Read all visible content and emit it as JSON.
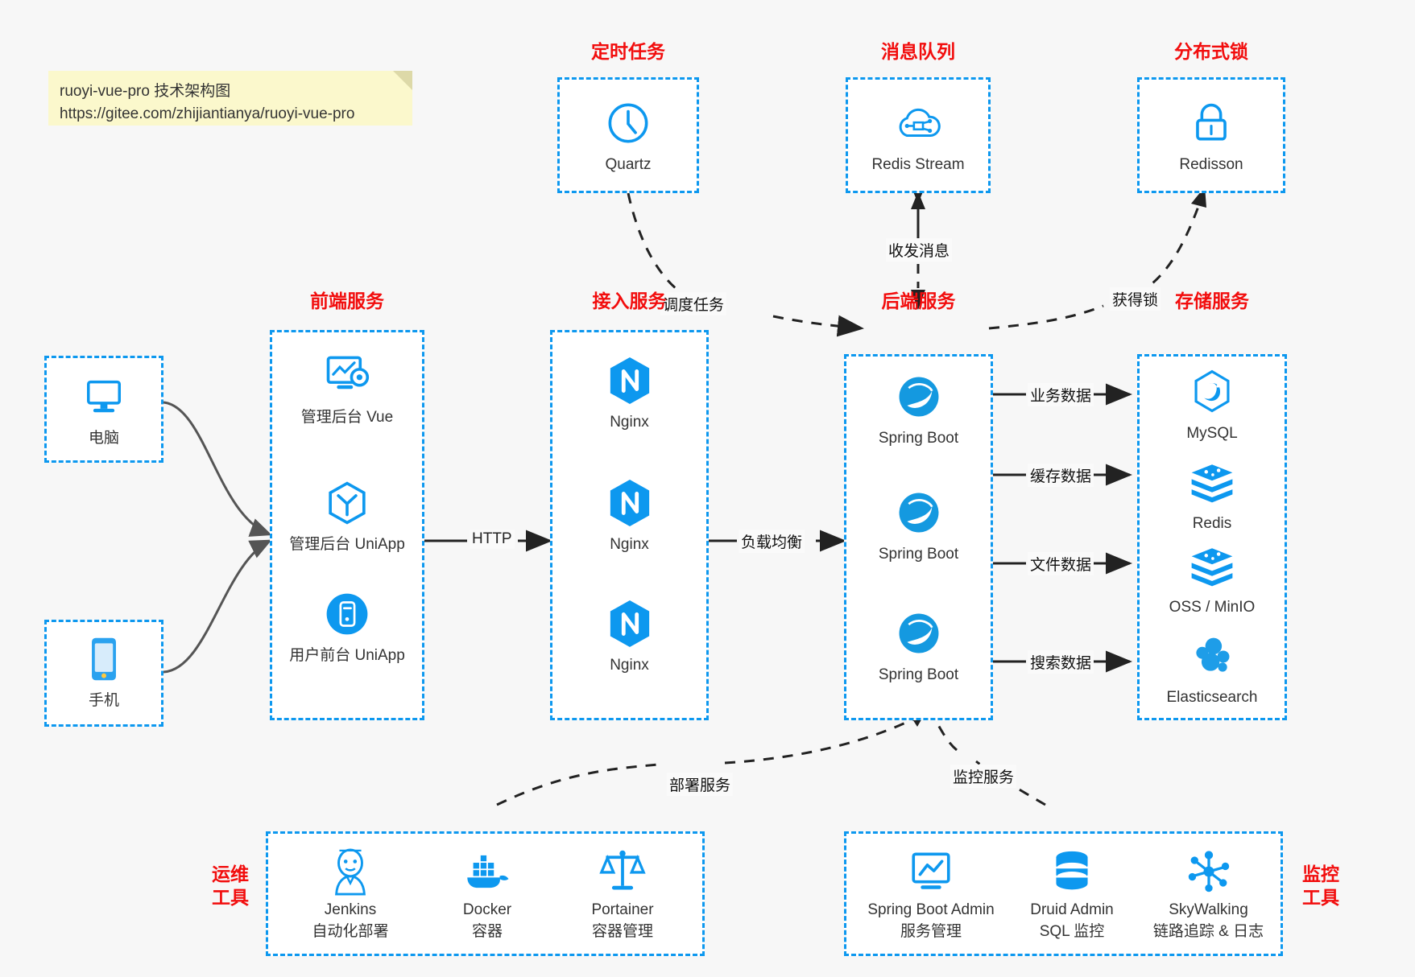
{
  "note": {
    "line1": "ruoyi-vue-pro 技术架构图",
    "line2": "https://gitee.com/zhijiantianya/ruoyi-vue-pro"
  },
  "colors": {
    "box_border": "#0d98ef",
    "group_title": "#f20d0d",
    "icon_blue": "#0d98ef",
    "arrow": "#222222",
    "background": "#f7f7f7",
    "note_bg": "#fbf8cc"
  },
  "groups": {
    "scheduler": {
      "title": "定时任务",
      "items": [
        {
          "label": "Quartz",
          "icon": "clock-icon"
        }
      ]
    },
    "mq": {
      "title": "消息队列",
      "items": [
        {
          "label": "Redis Stream",
          "icon": "cloud-network-icon"
        }
      ]
    },
    "lock": {
      "title": "分布式锁",
      "items": [
        {
          "label": "Redisson",
          "icon": "padlock-icon"
        }
      ]
    },
    "clients": {
      "items": [
        {
          "label": "电脑",
          "icon": "desktop-monitor-icon"
        },
        {
          "label": "手机",
          "icon": "smartphone-icon"
        }
      ]
    },
    "frontend": {
      "title": "前端服务",
      "items": [
        {
          "label": "管理后台 Vue",
          "icon": "dashboard-gear-icon"
        },
        {
          "label": "管理后台 UniApp",
          "icon": "hexagon-cube-icon"
        },
        {
          "label": "用户前台 UniApp",
          "icon": "mobile-circle-icon"
        }
      ]
    },
    "gateway": {
      "title": "接入服务",
      "items": [
        {
          "label": "Nginx",
          "icon": "nginx-icon"
        },
        {
          "label": "Nginx",
          "icon": "nginx-icon"
        },
        {
          "label": "Nginx",
          "icon": "nginx-icon"
        }
      ]
    },
    "backend": {
      "title": "后端服务",
      "items": [
        {
          "label": "Spring Boot",
          "icon": "spring-boot-icon"
        },
        {
          "label": "Spring Boot",
          "icon": "spring-boot-icon"
        },
        {
          "label": "Spring Boot",
          "icon": "spring-boot-icon"
        }
      ]
    },
    "storage": {
      "title": "存储服务",
      "items": [
        {
          "label": "MySQL",
          "icon": "mysql-icon"
        },
        {
          "label": "Redis",
          "icon": "redis-icon"
        },
        {
          "label": "OSS / MinIO",
          "icon": "redis-stack-icon"
        },
        {
          "label": "Elasticsearch",
          "icon": "elasticsearch-icon"
        }
      ]
    },
    "devops": {
      "title_line1": "运维",
      "title_line2": "工具",
      "items": [
        {
          "name": "Jenkins",
          "desc": "自动化部署",
          "icon": "jenkins-butler-icon"
        },
        {
          "name": "Docker",
          "desc": "容器",
          "icon": "docker-whale-icon"
        },
        {
          "name": "Portainer",
          "desc": "容器管理",
          "icon": "scales-balance-icon"
        }
      ]
    },
    "monitor": {
      "title_line1": "监控",
      "title_line2": "工具",
      "items": [
        {
          "name": "Spring Boot Admin",
          "desc": "服务管理",
          "icon": "monitor-chart-icon"
        },
        {
          "name": "Druid Admin",
          "desc": "SQL 监控",
          "icon": "database-stack-icon"
        },
        {
          "name": "SkyWalking",
          "desc": "链路追踪 & 日志",
          "icon": "skywalking-node-icon"
        }
      ]
    }
  },
  "edges": {
    "http": "HTTP",
    "load_balance": "负载均衡",
    "schedule_task": "调度任务",
    "send_receive_message": "收发消息",
    "acquire_lock": "获得锁",
    "business_data": "业务数据",
    "cache_data": "缓存数据",
    "file_data": "文件数据",
    "search_data": "搜索数据",
    "deploy_service": "部署服务",
    "monitor_service": "监控服务"
  }
}
